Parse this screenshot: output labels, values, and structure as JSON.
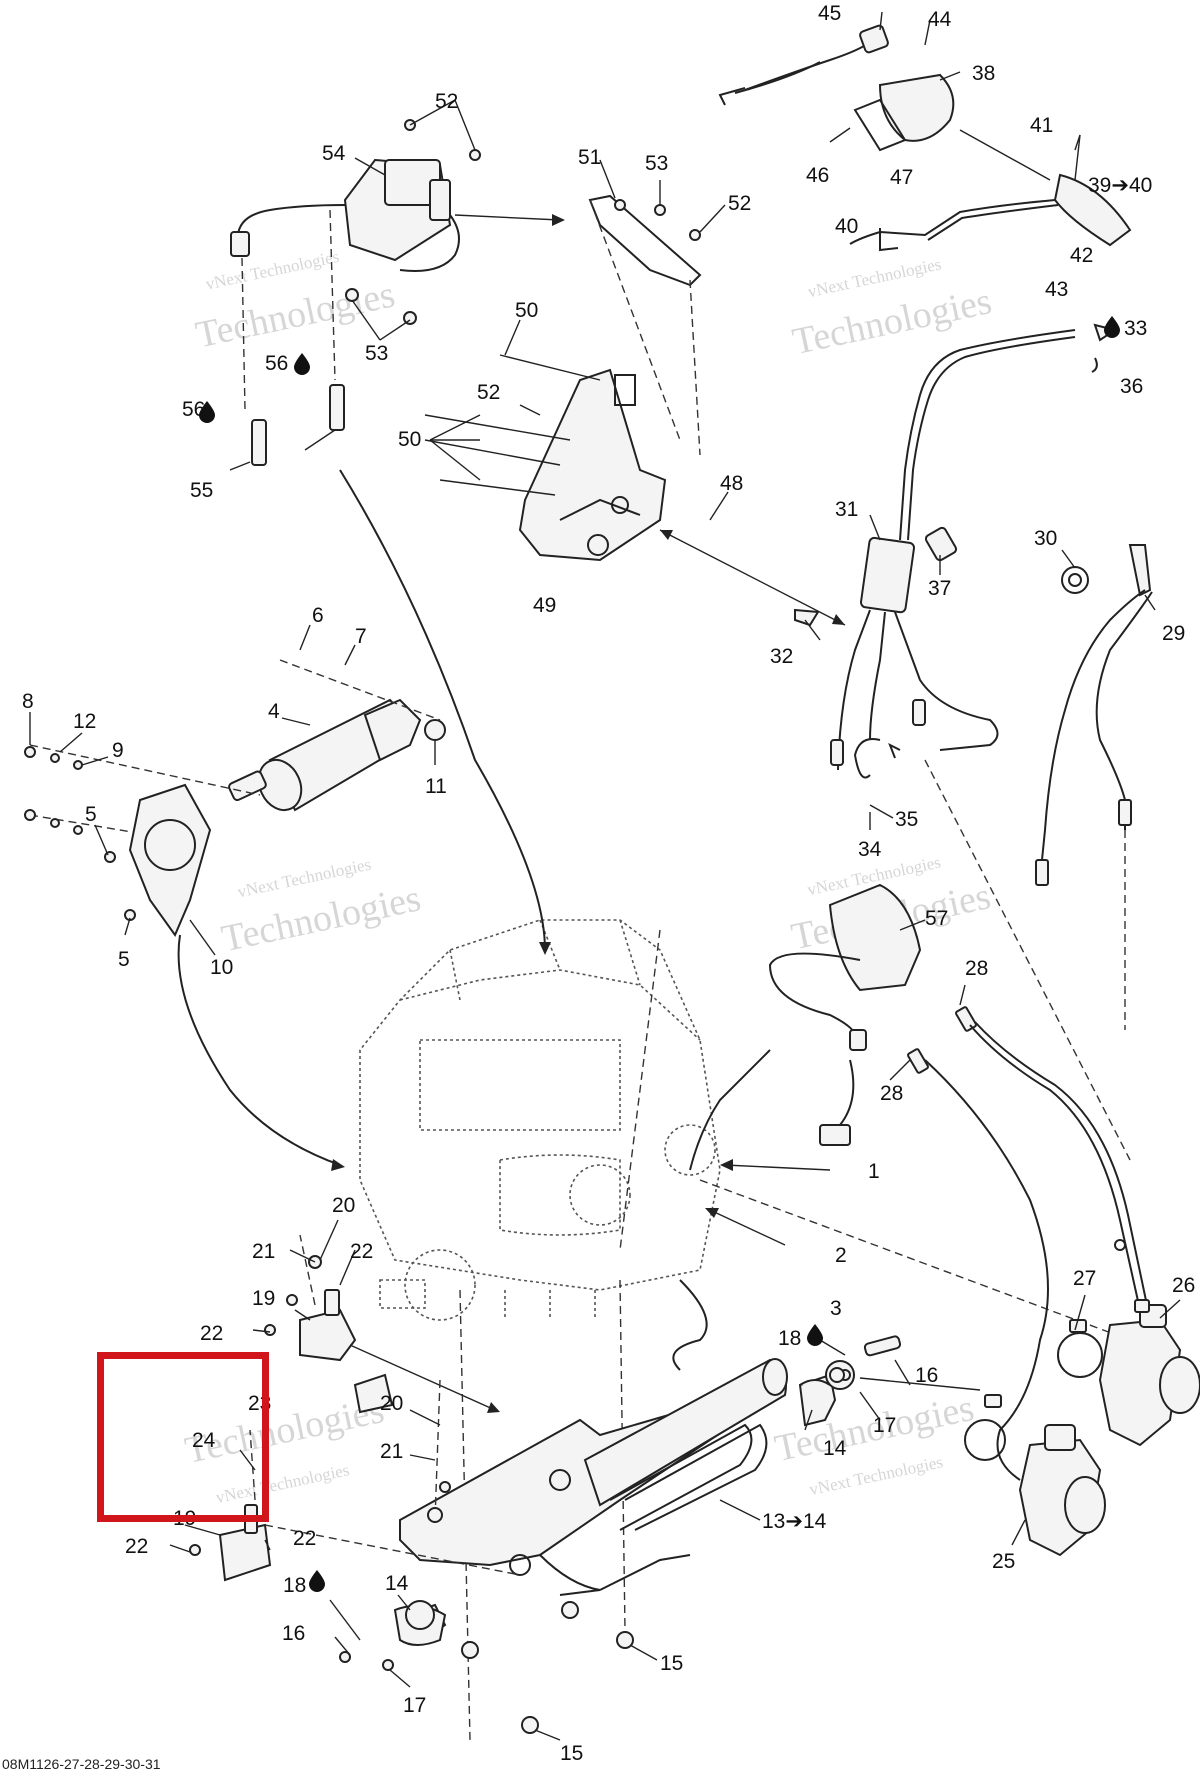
{
  "diagram": {
    "reference_code": "08M1126-27-28-29-30-31",
    "watermark_line1": "vNext Technologies",
    "watermark_line2": "Technologies",
    "highlight_color": "#d0161b",
    "callouts": [
      {
        "id": "c45",
        "text": "45"
      },
      {
        "id": "c44",
        "text": "44"
      },
      {
        "id": "c38",
        "text": "38"
      },
      {
        "id": "c41",
        "text": "41"
      },
      {
        "id": "c46",
        "text": "46"
      },
      {
        "id": "c47",
        "text": "47"
      },
      {
        "id": "c39",
        "text": "39➔40"
      },
      {
        "id": "c40",
        "text": "40"
      },
      {
        "id": "c42",
        "text": "42"
      },
      {
        "id": "c43",
        "text": "43"
      },
      {
        "id": "c52a",
        "text": "52"
      },
      {
        "id": "c54",
        "text": "54"
      },
      {
        "id": "c51",
        "text": "51"
      },
      {
        "id": "c53a",
        "text": "53"
      },
      {
        "id": "c52b",
        "text": "52"
      },
      {
        "id": "c53b",
        "text": "53"
      },
      {
        "id": "c50a",
        "text": "50"
      },
      {
        "id": "c52c",
        "text": "52"
      },
      {
        "id": "c50b",
        "text": "50"
      },
      {
        "id": "c56a",
        "text": "56"
      },
      {
        "id": "c56b",
        "text": "56"
      },
      {
        "id": "c55",
        "text": "55"
      },
      {
        "id": "c33",
        "text": "33"
      },
      {
        "id": "c36",
        "text": "36"
      },
      {
        "id": "c48",
        "text": "48"
      },
      {
        "id": "c49",
        "text": "49"
      },
      {
        "id": "c31",
        "text": "31"
      },
      {
        "id": "c37",
        "text": "37"
      },
      {
        "id": "c30",
        "text": "30"
      },
      {
        "id": "c29",
        "text": "29"
      },
      {
        "id": "c32",
        "text": "32"
      },
      {
        "id": "c6",
        "text": "6"
      },
      {
        "id": "c7",
        "text": "7"
      },
      {
        "id": "c4",
        "text": "4"
      },
      {
        "id": "c8",
        "text": "8"
      },
      {
        "id": "c12",
        "text": "12"
      },
      {
        "id": "c9",
        "text": "9"
      },
      {
        "id": "c11",
        "text": "11"
      },
      {
        "id": "c5a",
        "text": "5"
      },
      {
        "id": "c5b",
        "text": "5"
      },
      {
        "id": "c10",
        "text": "10"
      },
      {
        "id": "c35",
        "text": "35"
      },
      {
        "id": "c34",
        "text": "34"
      },
      {
        "id": "c57",
        "text": "57"
      },
      {
        "id": "c28a",
        "text": "28"
      },
      {
        "id": "c28b",
        "text": "28"
      },
      {
        "id": "c1",
        "text": "1"
      },
      {
        "id": "c20a",
        "text": "20"
      },
      {
        "id": "c21a",
        "text": "21"
      },
      {
        "id": "c22a",
        "text": "22"
      },
      {
        "id": "c19a",
        "text": "19"
      },
      {
        "id": "c22b",
        "text": "22"
      },
      {
        "id": "c2",
        "text": "2"
      },
      {
        "id": "c3",
        "text": "3"
      },
      {
        "id": "c27",
        "text": "27"
      },
      {
        "id": "c26",
        "text": "26"
      },
      {
        "id": "c18a",
        "text": "18"
      },
      {
        "id": "c16a",
        "text": "16"
      },
      {
        "id": "c17a",
        "text": "17"
      },
      {
        "id": "c20b",
        "text": "20"
      },
      {
        "id": "c23",
        "text": "23"
      },
      {
        "id": "c21b",
        "text": "21"
      },
      {
        "id": "c24",
        "text": "24"
      },
      {
        "id": "c14a",
        "text": "14"
      },
      {
        "id": "c13",
        "text": "13➔14"
      },
      {
        "id": "c19b",
        "text": "19"
      },
      {
        "id": "c22c",
        "text": "22"
      },
      {
        "id": "c22d",
        "text": "22"
      },
      {
        "id": "c25",
        "text": "25"
      },
      {
        "id": "c18b",
        "text": "18"
      },
      {
        "id": "c14b",
        "text": "14"
      },
      {
        "id": "c16b",
        "text": "16"
      },
      {
        "id": "c17b",
        "text": "17"
      },
      {
        "id": "c15a",
        "text": "15"
      },
      {
        "id": "c15b",
        "text": "15"
      }
    ]
  }
}
